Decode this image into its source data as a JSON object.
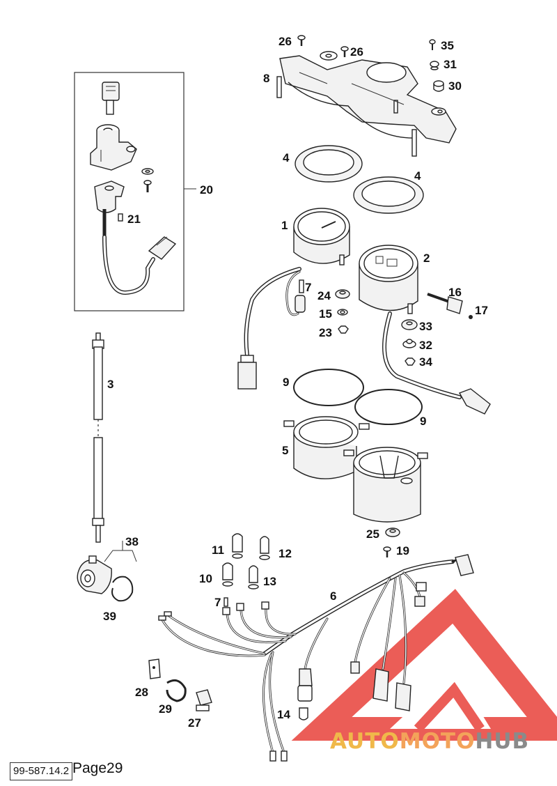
{
  "callouts": {
    "c1": "1",
    "c2": "2",
    "c3": "3",
    "c4a": "4",
    "c4b": "4",
    "c5": "5",
    "c6": "6",
    "c7a": "7",
    "c7b": "7",
    "c8": "8",
    "c9a": "9",
    "c9b": "9",
    "c10": "10",
    "c11": "11",
    "c12": "12",
    "c13": "13",
    "c14": "14",
    "c15": "15",
    "c16": "16",
    "c17": "17",
    "c19": "19",
    "c20": "20",
    "c21": "21",
    "c23": "23",
    "c24": "24",
    "c25": "25",
    "c26a": "26",
    "c26b": "26",
    "c27": "27",
    "c28": "28",
    "c29": "29",
    "c30": "30",
    "c31": "31",
    "c32": "32",
    "c33": "33",
    "c34": "34",
    "c35": "35",
    "c38": "38",
    "c39": "39"
  },
  "footer": {
    "doc_ref": "99-587.14.2",
    "page_label": "Page29"
  },
  "watermark": {
    "part1": "AUTO",
    "part2": "MOTO",
    "part3": "HUB"
  },
  "colors": {
    "watermark_red": "#e8413a",
    "watermark_gold": "#f0b84a",
    "watermark_grey": "#8a8a8a"
  }
}
